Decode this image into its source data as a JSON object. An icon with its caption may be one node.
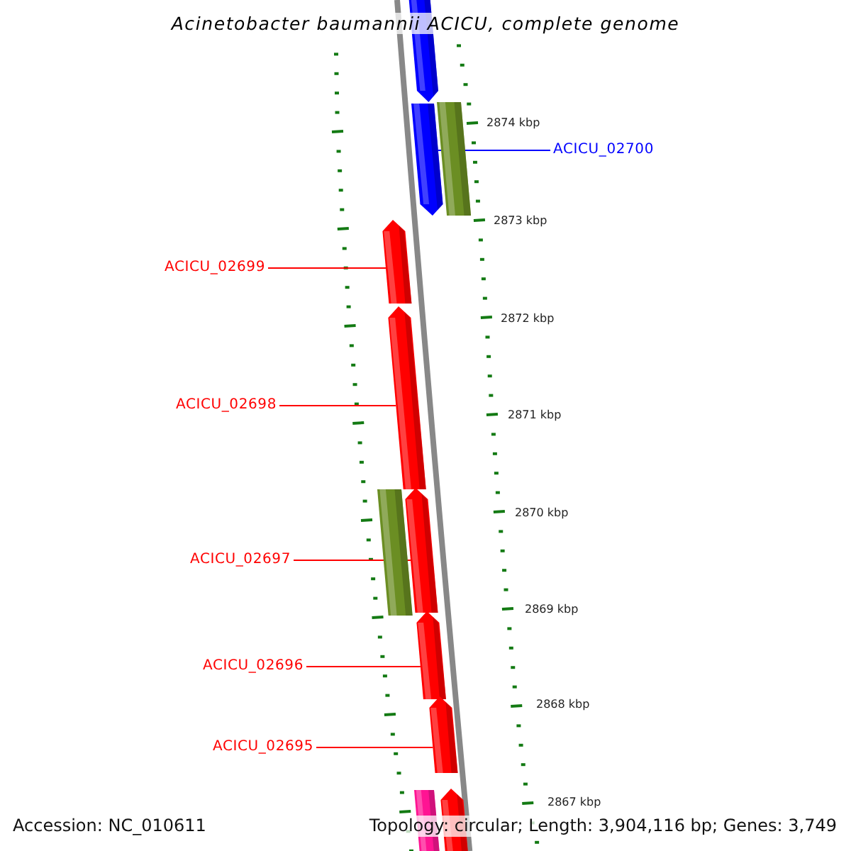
{
  "diagram": {
    "title": "Acinetobacter baumannii ACICU, complete genome",
    "nodes": [
      {
        "text": [],
        "shape": "arrow"
      },
      {
        "text": [],
        "shape": "arrow"
      },
      {
        "text": [],
        "shape": "bar"
      },
      {
        "text": [],
        "shape": "arrow"
      },
      {
        "text": [],
        "shape": "arrow"
      },
      {
        "text": [],
        "shape": "bar"
      },
      {
        "text": [],
        "shape": "arrow"
      },
      {
        "text": [],
        "shape": "arrow"
      },
      {
        "text": [],
        "shape": "arrow"
      },
      {
        "text": [],
        "shape": "bar"
      },
      {
        "text": [],
        "shape": "arrow"
      },
      {
        "text": [
          "ACICU_02700"
        ]
      },
      {
        "text": [
          "ACICU_02699"
        ]
      },
      {
        "text": [
          "ACICU_02698"
        ]
      },
      {
        "text": [
          "ACICU_02697"
        ]
      },
      {
        "text": [
          "ACICU_02696"
        ]
      },
      {
        "text": [
          "ACICU_02695"
        ]
      }
    ],
    "edges": [
      {
        "from": 11,
        "to": 1,
        "arrow": "none",
        "color": "#0000ff"
      },
      {
        "from": 12,
        "to": 3,
        "arrow": "none"
      },
      {
        "from": 13,
        "to": 4,
        "arrow": "none"
      },
      {
        "from": 14,
        "to": 6,
        "arrow": "none"
      },
      {
        "from": 15,
        "to": 7,
        "arrow": "none"
      },
      {
        "from": 16,
        "to": 8,
        "arrow": "none"
      }
    ],
    "labels": [
      "2874 kbp",
      "2873 kbp",
      "2872 kbp",
      "2871 kbp",
      "2870 kbp",
      "2869 kbp",
      "2868 kbp",
      "2867 kbp",
      "Accession: NC_010611",
      "Topology: circular; Length: 3,904,116 bp; Genes: 3,749"
    ]
  }
}
